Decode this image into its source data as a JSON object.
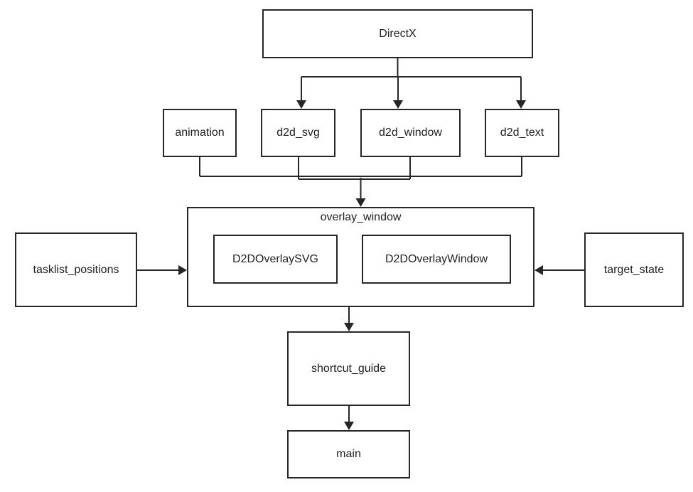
{
  "diagram": {
    "type": "dependency-flowchart",
    "colors": {
      "background": "#ffffff",
      "stroke": "#262626",
      "text": "#1f1f1f"
    },
    "nodes": {
      "directx": {
        "label": "DirectX"
      },
      "animation": {
        "label": "animation"
      },
      "d2d_svg": {
        "label": "d2d_svg"
      },
      "d2d_window": {
        "label": "d2d_window"
      },
      "d2d_text": {
        "label": "d2d_text"
      },
      "overlay_window": {
        "label": "overlay_window"
      },
      "d2doverlay_svg": {
        "label": "D2DOverlaySVG"
      },
      "d2doverlay_window": {
        "label": "D2DOverlayWindow"
      },
      "tasklist_positions": {
        "label": "tasklist_positions"
      },
      "target_state": {
        "label": "target_state"
      },
      "shortcut_guide": {
        "label": "shortcut_guide"
      },
      "main": {
        "label": "main"
      }
    },
    "edges": [
      {
        "from": "DirectX",
        "to": "d2d_svg"
      },
      {
        "from": "DirectX",
        "to": "d2d_window"
      },
      {
        "from": "DirectX",
        "to": "d2d_text"
      },
      {
        "from": "animation",
        "to": "overlay_window"
      },
      {
        "from": "d2d_svg",
        "to": "overlay_window"
      },
      {
        "from": "d2d_window",
        "to": "overlay_window"
      },
      {
        "from": "d2d_text",
        "to": "overlay_window"
      },
      {
        "from": "tasklist_positions",
        "to": "overlay_window"
      },
      {
        "from": "target_state",
        "to": "overlay_window"
      },
      {
        "from": "overlay_window",
        "to": "shortcut_guide"
      },
      {
        "from": "shortcut_guide",
        "to": "main"
      }
    ]
  }
}
